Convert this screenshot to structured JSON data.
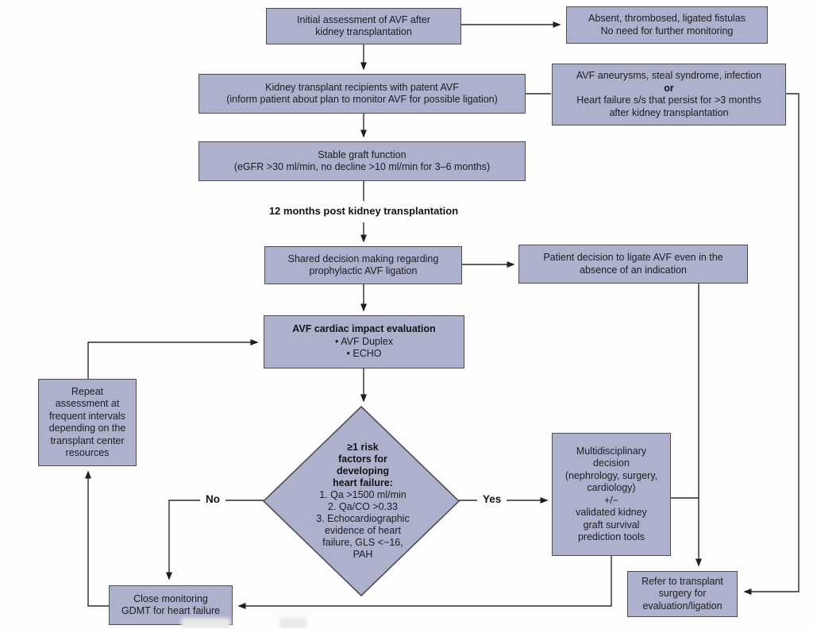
{
  "diagram": {
    "nodes": {
      "initial_assessment": {
        "text": "Initial assessment of AVF after\nkidney transplantation"
      },
      "no_monitoring": {
        "text": "Absent, thrombosed, ligated fistulas\nNo need for further monitoring"
      },
      "patent_avf": {
        "text": "Kidney transplant recipients with patent AVF\n(inform patient about plan to monitor AVF for possible ligation)"
      },
      "complications": {
        "line1": "AVF aneurysms, steal syndrome, infection",
        "or": "or",
        "line2": "Heart failure s/s that persist for >3 months\nafter kidney transplantation"
      },
      "stable_graft": {
        "text": "Stable graft function\n(eGFR >30 ml/min, no decline >10 ml/min for 3–6 months)"
      },
      "twelve_months_label": "12 months post kidney transplantation",
      "shared_decision": {
        "text": "Shared decision making regarding\nprophylactic AVF ligation"
      },
      "patient_decision": {
        "text": "Patient decision to ligate AVF even in the\nabsence of an indication"
      },
      "cardiac_evaluation": {
        "title": "AVF cardiac impact evaluation",
        "items": "• AVF Duplex\n• ECHO"
      },
      "risk_diamond": {
        "title": "≥1 risk\nfactors for\ndeveloping\nheart failure:",
        "items": "1. Qa >1500 ml/min\n2. Qa/CO >0.33\n3. Echocardiographic\nevidence of heart\nfailure, GLS <−16,\nPAH"
      },
      "multidisciplinary": {
        "text": "Multidisciplinary\ndecision\n(nephrology, surgery,\ncardiology)\n+/−\nvalidated kidney\ngraft survival\nprediction tools"
      },
      "refer_surgery": {
        "text": "Refer to transplant\nsurgery for\nevaluation/ligation"
      },
      "close_monitoring": {
        "text": "Close monitoring\nGDMT for heart failure"
      },
      "repeat_assessment": {
        "text": "Repeat\nassessment at\nfrequent intervals\ndepending on the\ntransplant center\nresources"
      }
    },
    "edge_labels": {
      "no": "No",
      "yes": "Yes"
    },
    "colors": {
      "node_fill": "#adb1cc",
      "node_border": "#4e4c55",
      "line": "#2b2b2b",
      "text": "#1c1c22"
    }
  }
}
